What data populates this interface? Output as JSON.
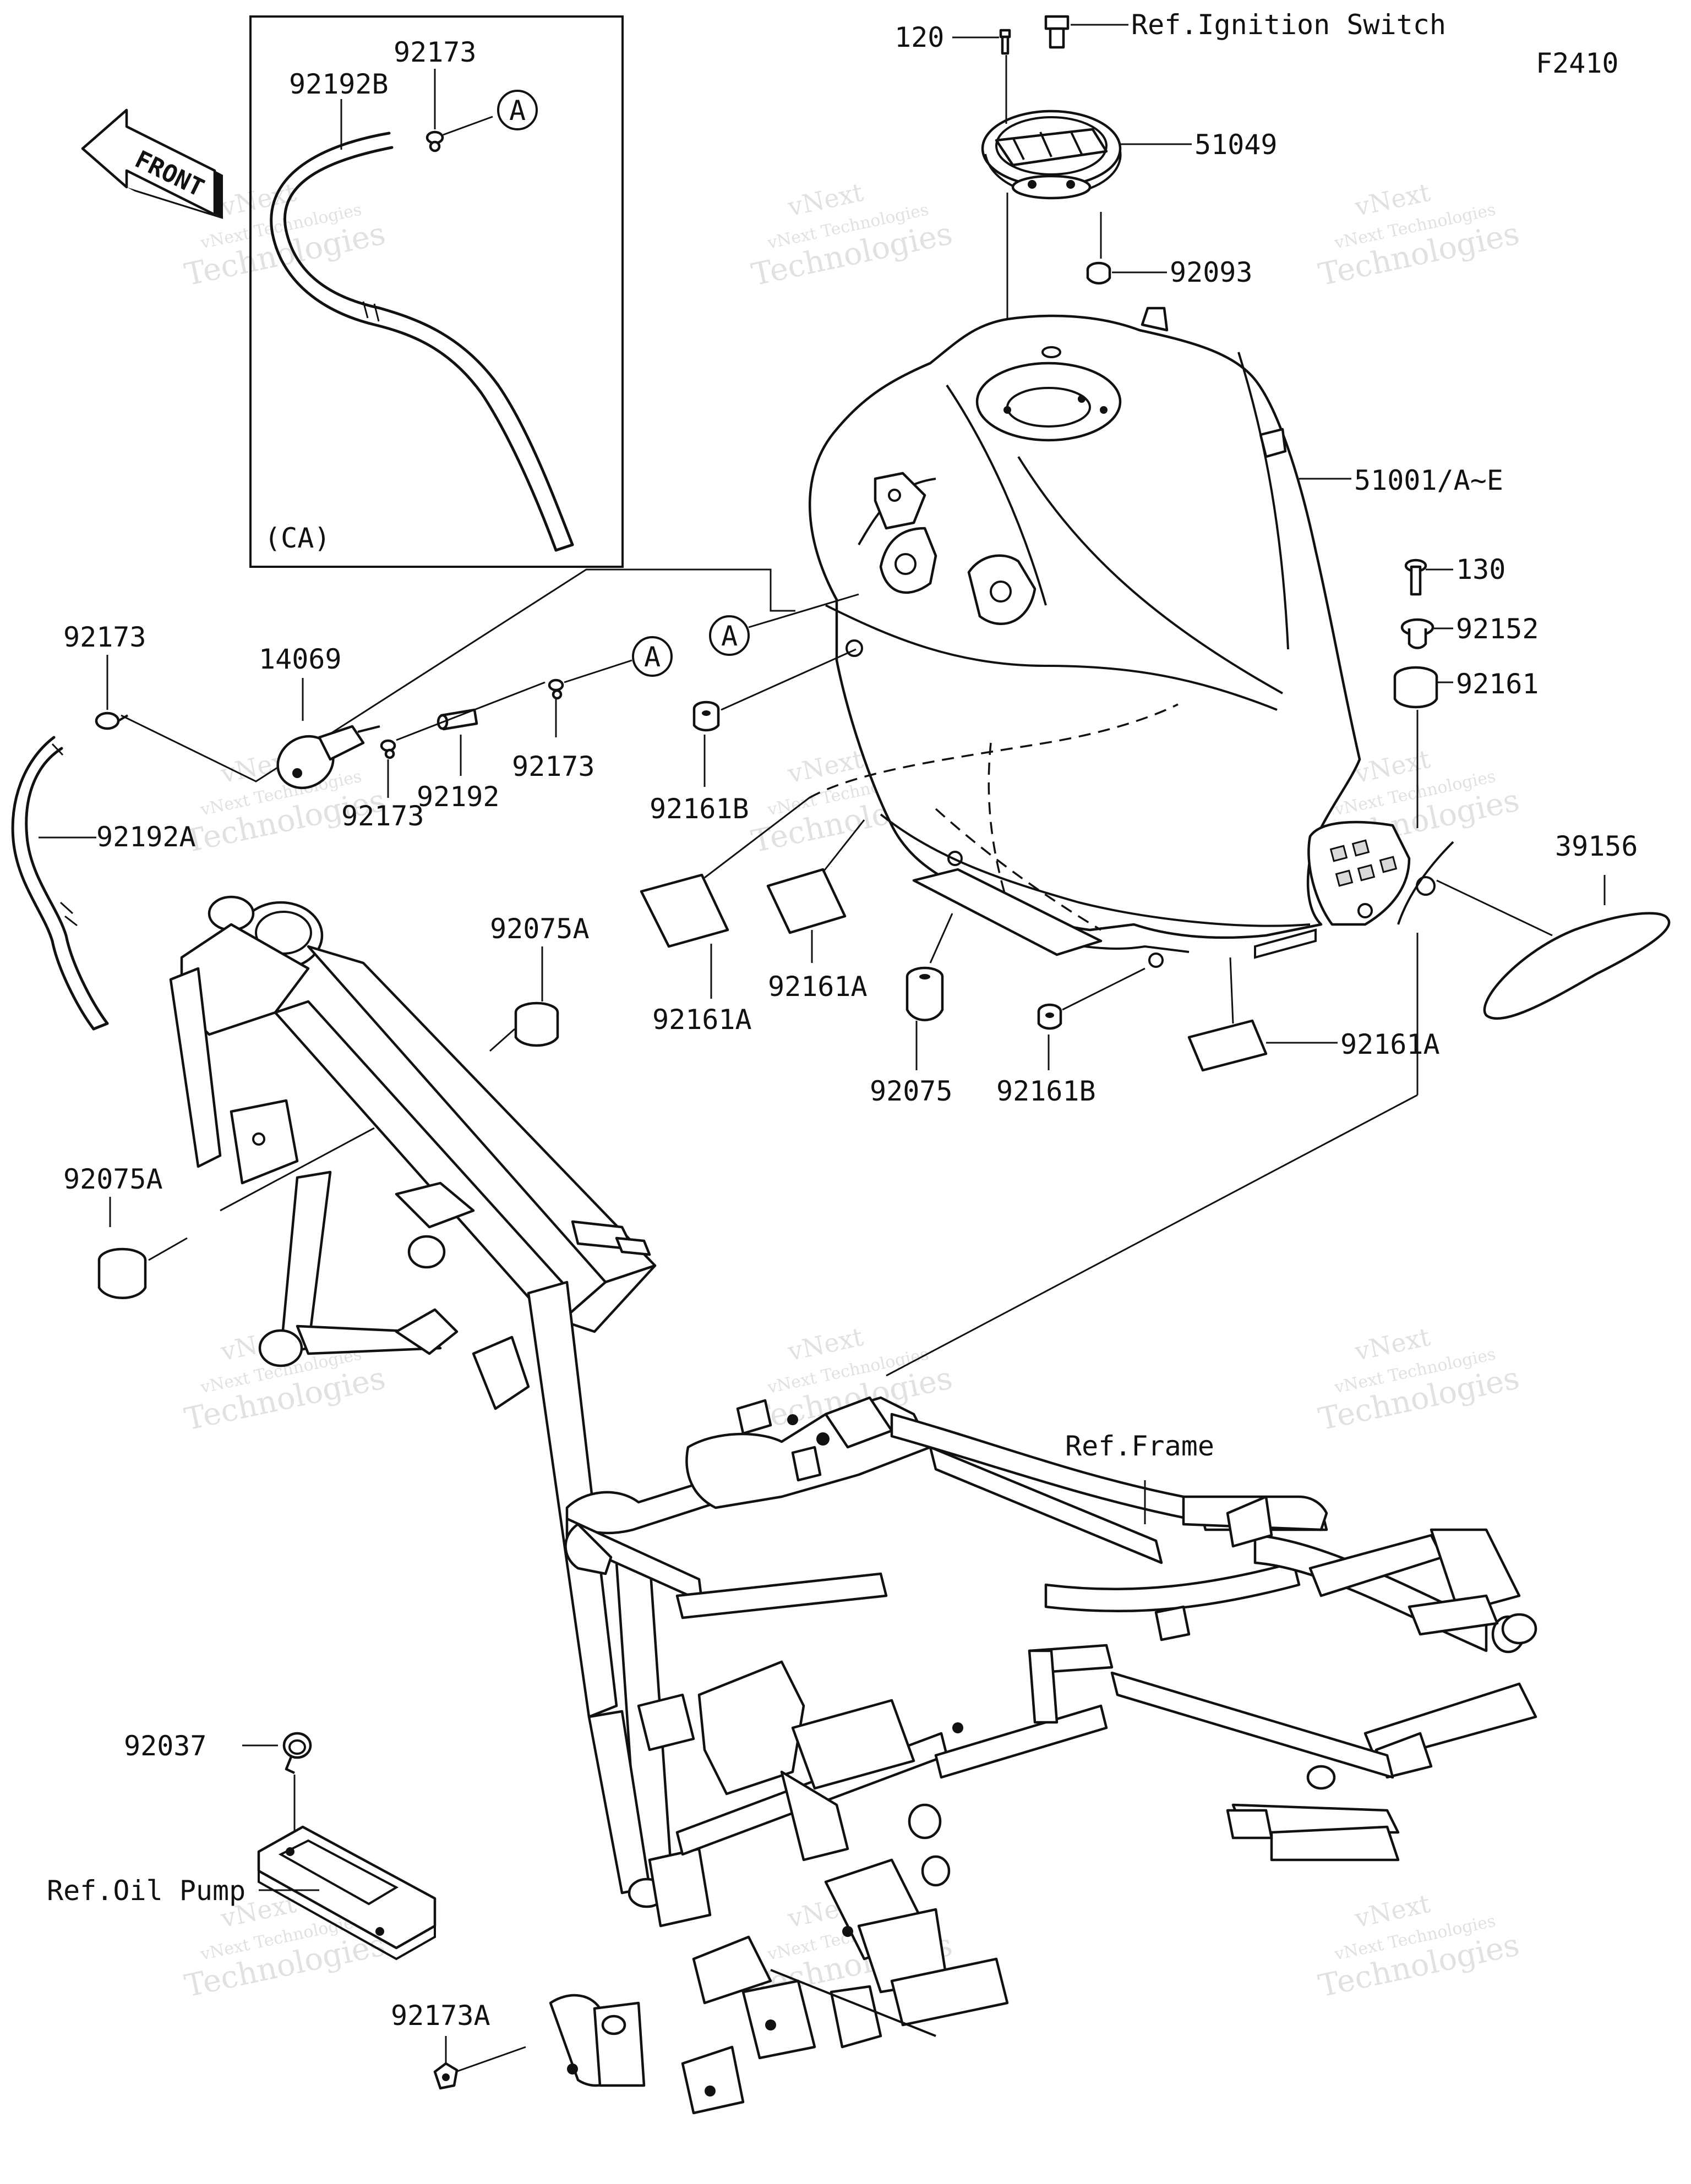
{
  "figure_code": "F2410",
  "front_badge": "FRONT",
  "inset_label": "(CA)",
  "watermark": {
    "line1": "vNext",
    "line2": "vNext Technologies",
    "line3": "Technologies"
  },
  "callouts": {
    "p120": "120",
    "ref_ignition": "Ref.Ignition Switch",
    "p51049": "51049",
    "p92093": "92093",
    "p51001": "51001/A~E",
    "p130": "130",
    "p92152": "92152",
    "p92161": "92161",
    "p39156": "39156",
    "p92161a_right": "92161A",
    "p92161b_right": "92161B",
    "p92075": "92075",
    "p92161a_mid": "92161A",
    "p92161a_left": "92161A",
    "p92161b_left": "92161B",
    "p92173_mid": "92173",
    "p92192": "92192",
    "p92173_low": "92173",
    "p14069": "14069",
    "p92173_left": "92173",
    "p92192a": "92192A",
    "p92075a_top": "92075A",
    "p92075a_left": "92075A",
    "ref_frame": "Ref.Frame",
    "p92037": "92037",
    "ref_oil_pump": "Ref.Oil Pump",
    "p92173a": "92173A",
    "p92173_inset": "92173",
    "p92192b": "92192B",
    "circle_a": "A"
  }
}
